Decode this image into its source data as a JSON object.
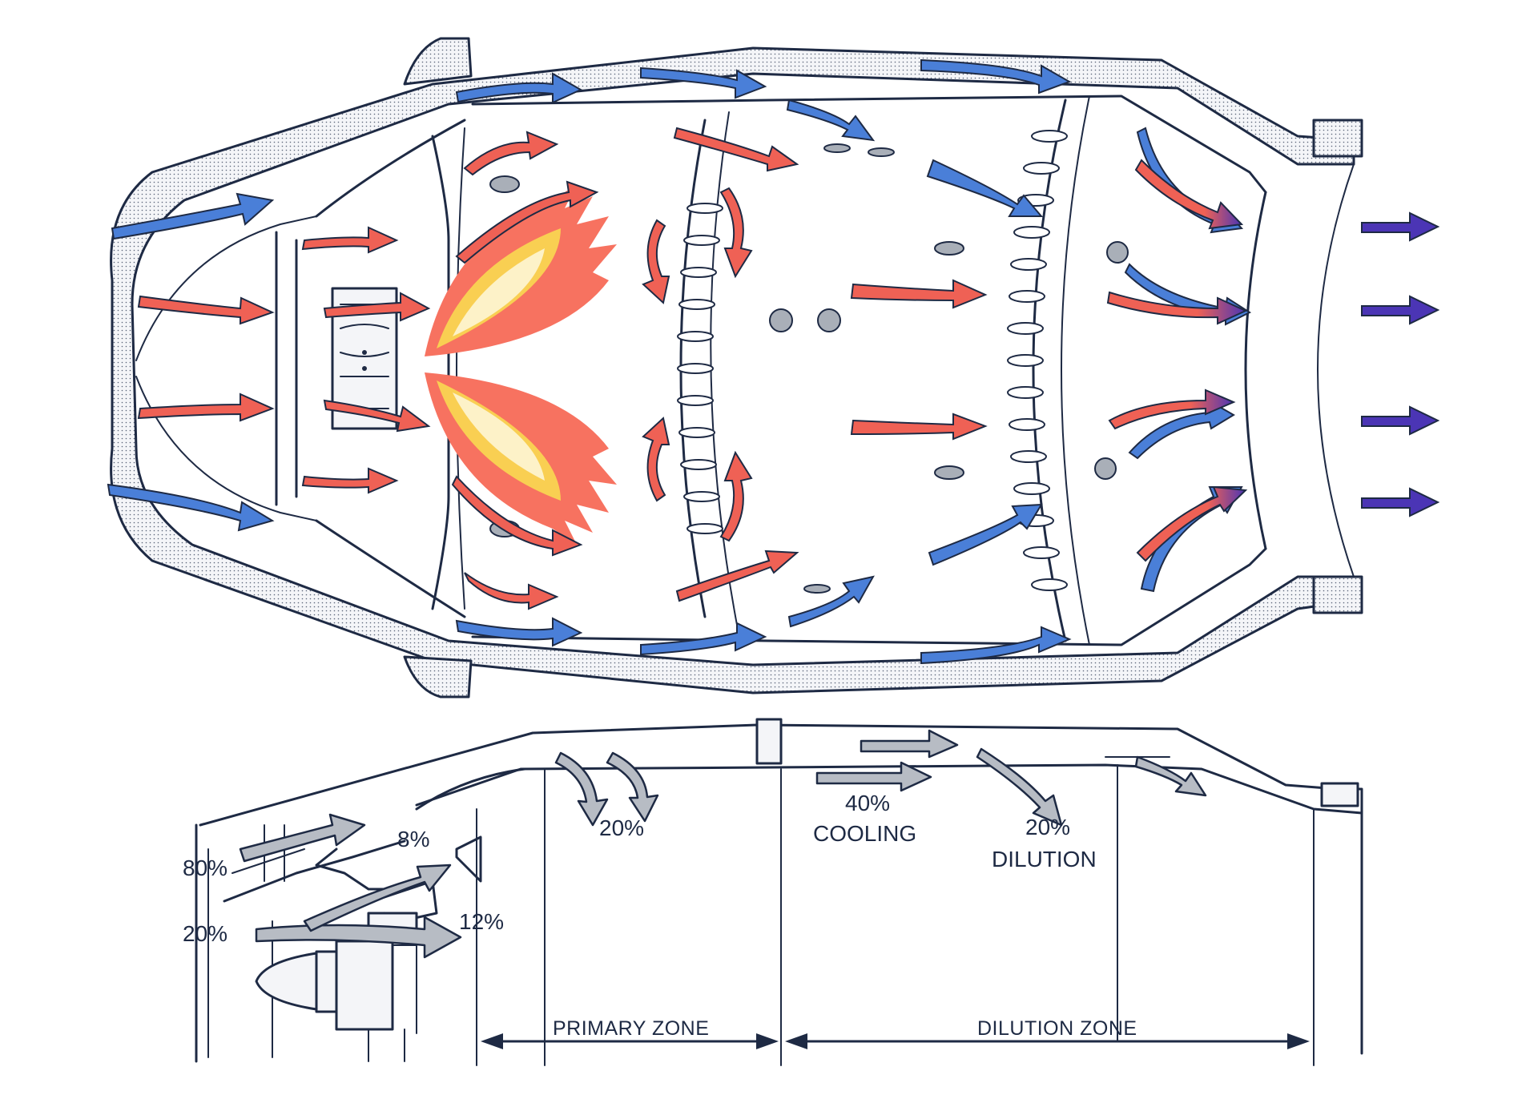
{
  "colors": {
    "ink": "#1e2a44",
    "cold_air": "#4a7fd8",
    "hot_air": "#ef6155",
    "exhaust": "#4b35b5",
    "flame_outer": "#f77260",
    "flame_mid": "#f9cf52",
    "flame_core": "#fdf2c8",
    "section_arrow": "#b7bcc4"
  },
  "cutaway": {
    "description_icons": [
      "blue-cold-air-arrow",
      "red-hot-air-arrow",
      "purple-exhaust-arrow",
      "flame-icon"
    ]
  },
  "section": {
    "labels": {
      "inlet_top": "80%",
      "inlet_bottom": "20%",
      "swirl": "8%",
      "fuel": "12%",
      "primary": "20%",
      "cooling_pct": "40%",
      "cooling": "COOLING",
      "dilution_pct": "20%",
      "dilution": "DILUTION"
    },
    "zones": {
      "primary": "PRIMARY ZONE",
      "dilution": "DILUTION ZONE"
    }
  }
}
